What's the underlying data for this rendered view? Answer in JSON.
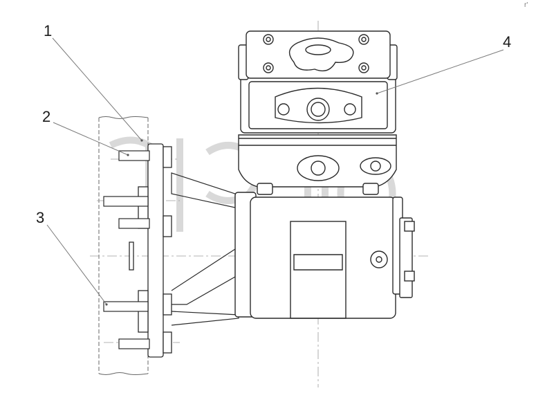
{
  "callouts": [
    {
      "label": "1"
    },
    {
      "label": "2"
    },
    {
      "label": "3"
    },
    {
      "label": "4"
    }
  ],
  "corner_mark": "r'",
  "watermark_text": "apeto™",
  "colors": {
    "line": "#2a2a2a",
    "light_line": "#9a9a9a",
    "body_fill": "#ffffff",
    "watermark": "#d9d9d9",
    "leader": "#7a7a7a"
  }
}
